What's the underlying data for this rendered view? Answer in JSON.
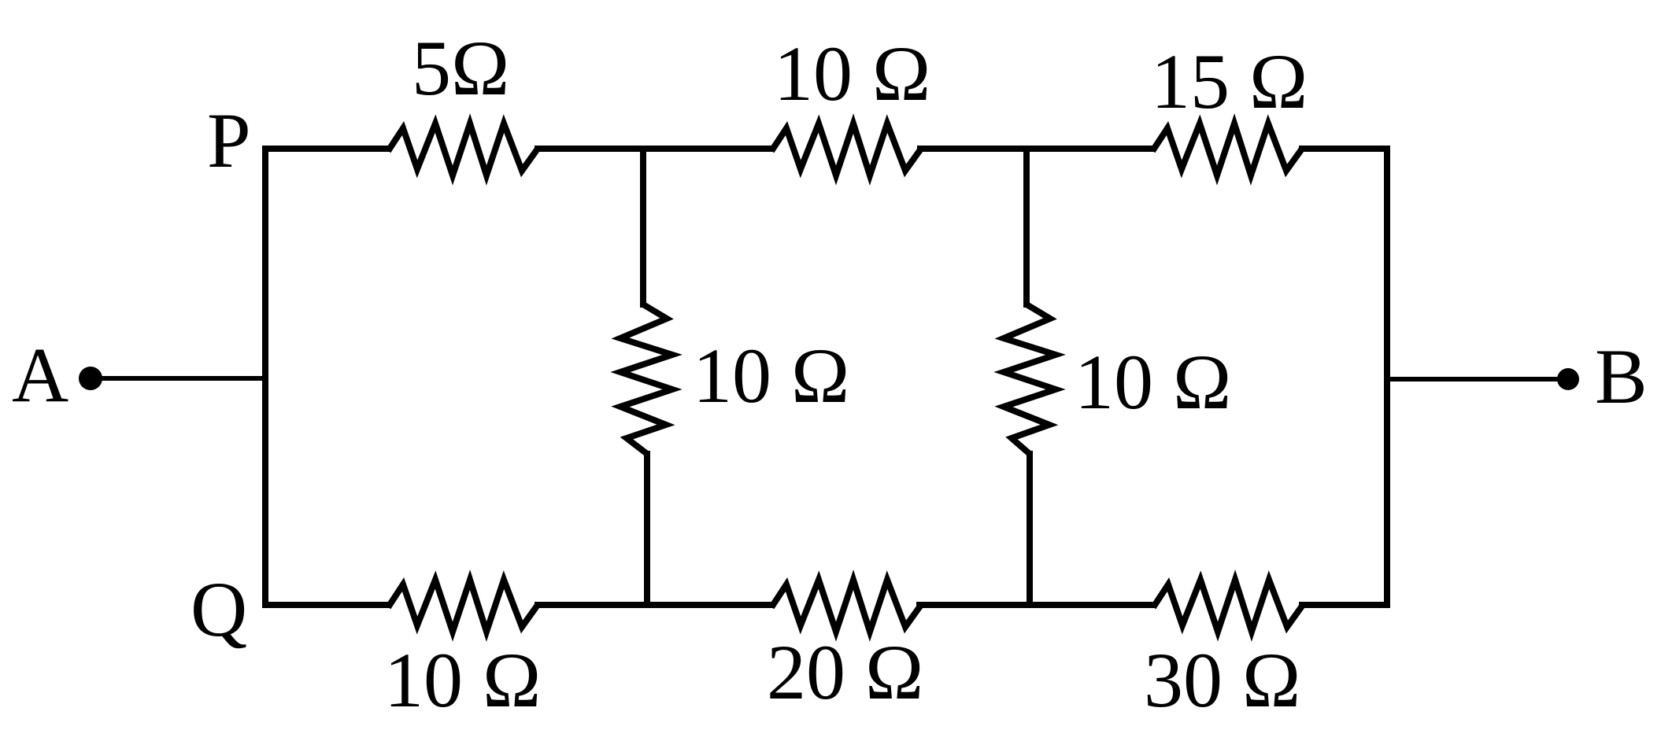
{
  "diagram": {
    "type": "resistor-network",
    "nodes": {
      "A": "A",
      "B": "B",
      "P": "P",
      "Q": "Q"
    },
    "resistors": {
      "top_1": {
        "label": "5Ω",
        "ohms": 5,
        "branch": "top"
      },
      "top_2": {
        "label": "10 Ω",
        "ohms": 10,
        "branch": "top"
      },
      "top_3": {
        "label": "15 Ω",
        "ohms": 15,
        "branch": "top"
      },
      "mid_1": {
        "label": "10 Ω",
        "ohms": 10,
        "branch": "vertical"
      },
      "mid_2": {
        "label": "10 Ω",
        "ohms": 10,
        "branch": "vertical"
      },
      "bot_1": {
        "label": "10 Ω",
        "ohms": 10,
        "branch": "bottom"
      },
      "bot_2": {
        "label": "20 Ω",
        "ohms": 20,
        "branch": "bottom"
      },
      "bot_3": {
        "label": "30 Ω",
        "ohms": 30,
        "branch": "bottom"
      }
    },
    "colors": {
      "stroke": "#000000",
      "background": "#ffffff"
    }
  }
}
